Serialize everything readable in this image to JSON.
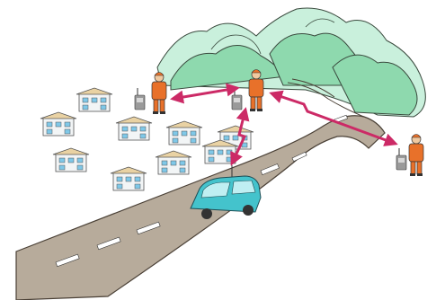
{
  "scene": {
    "background": "#ffffff",
    "colors": {
      "mountain_dark": "#8ed9ae",
      "mountain_light": "#c9f0dc",
      "mountain_stroke": "#3a4a3e",
      "road": "#b7ab9b",
      "road_edge": "#4a4036",
      "lane_mark": "#ffffff",
      "house_wall": "#f2f5f6",
      "house_roof": "#e9d2a3",
      "house_window": "#7fc8e8",
      "car": "#44c3cc",
      "person_suit": "#e8712a",
      "radio": "#9a9a9a",
      "signal_arrow": "#cc2a66"
    },
    "elements": [
      {
        "kind": "mountains"
      },
      {
        "kind": "road"
      },
      {
        "kind": "village",
        "house_count": 9
      },
      {
        "kind": "firefighter",
        "position": "left",
        "carries": "portable-radio"
      },
      {
        "kind": "firefighter",
        "position": "center",
        "carries": "portable-radio"
      },
      {
        "kind": "firefighter",
        "position": "right",
        "carries": "portable-radio"
      },
      {
        "kind": "vehicle",
        "type": "car-with-antenna"
      },
      {
        "kind": "radio-link",
        "from": "left-firefighter",
        "to": "center-firefighter"
      },
      {
        "kind": "radio-link",
        "from": "center-firefighter",
        "to": "car"
      },
      {
        "kind": "radio-link",
        "from": "center-firefighter",
        "to": "right-firefighter"
      }
    ]
  }
}
